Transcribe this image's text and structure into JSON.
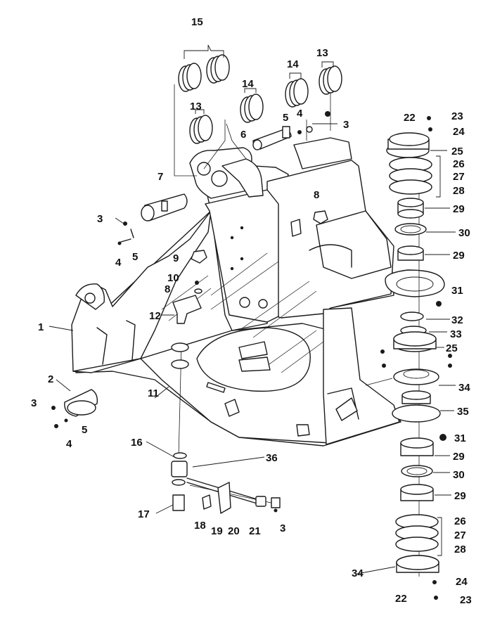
{
  "labels": {
    "p1": "1",
    "p2": "2",
    "p3a": "3",
    "p3b": "3",
    "p3c": "3",
    "p3d": "3",
    "p4a": "4",
    "p4b": "4",
    "p4c": "4",
    "p5a": "5",
    "p5b": "5",
    "p5c": "5",
    "p6": "6",
    "p7": "7",
    "p8a": "8",
    "p8b": "8",
    "p9": "9",
    "p10": "10",
    "p11": "11",
    "p12": "12",
    "p13a": "13",
    "p13b": "13",
    "p14a": "14",
    "p14b": "14",
    "p15": "15",
    "p16": "16",
    "p17": "17",
    "p18": "18",
    "p19": "19",
    "p20": "20",
    "p21": "21",
    "p22a": "22",
    "p22b": "22",
    "p23a": "23",
    "p23b": "23",
    "p24a": "24",
    "p24b": "24",
    "p25a": "25",
    "p25b": "25",
    "p26a": "26",
    "p26b": "26",
    "p27a": "27",
    "p27b": "27",
    "p28a": "28",
    "p28b": "28",
    "p29a": "29",
    "p29b": "29",
    "p29c": "29",
    "p29d": "29",
    "p30a": "30",
    "p30b": "30",
    "p31a": "31",
    "p31b": "31",
    "p32": "32",
    "p33": "33",
    "p34a": "34",
    "p34b": "34",
    "p35": "35",
    "p36": "36"
  }
}
